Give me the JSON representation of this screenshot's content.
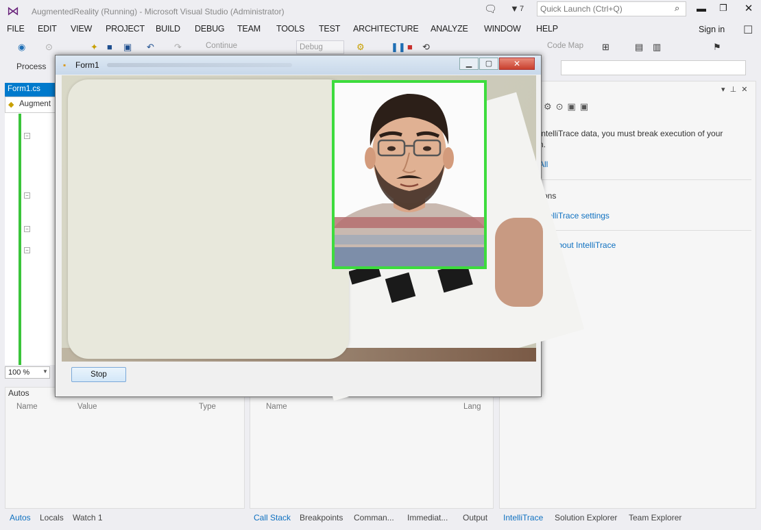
{
  "window": {
    "title": "AugmentedReality (Running) - Microsoft Visual Studio (Administrator)",
    "filter_count": "7",
    "quick_launch_placeholder": "Quick Launch (Ctrl+Q)",
    "sign_in": "Sign in"
  },
  "menu": {
    "items": [
      "FILE",
      "EDIT",
      "VIEW",
      "PROJECT",
      "BUILD",
      "DEBUG",
      "TEAM",
      "TOOLS",
      "TEST",
      "ARCHITECTURE",
      "ANALYZE",
      "WINDOW",
      "HELP"
    ]
  },
  "toolbar": {
    "continue_label": "Continue",
    "config_value": "Debug",
    "code_map_label": "Code Map",
    "process_label": "Process"
  },
  "editor": {
    "doc_tab": "Form1.cs",
    "nav_text": "Augment",
    "zoom": "100 %"
  },
  "autos": {
    "title": "Autos",
    "columns": [
      "Name",
      "Value",
      "Type"
    ]
  },
  "call_stack": {
    "columns": [
      "Name",
      "Lang"
    ]
  },
  "bottom_tabs_left": [
    "Autos",
    "Locals",
    "Watch 1"
  ],
  "bottom_tabs_middle": [
    "Call Stack",
    "Breakpoints",
    "Comman...",
    "Immediat...",
    "Output"
  ],
  "bottom_tabs_right": [
    "IntelliTrace",
    "Solution Explorer",
    "Team Explorer"
  ],
  "intellitrace": {
    "text1": "IntelliTrace data, you must break execution of your",
    "text1b": "n.",
    "text2": "All",
    "text3": "tions",
    "link1": "IntelliTrace settings",
    "link2": "ore about IntelliTrace"
  },
  "form1": {
    "title": "Form1",
    "stop_button": "Stop"
  },
  "colors": {
    "accent": "#007acc",
    "ar_frame": "#3ddc3d",
    "change_bar": "#3ac43a",
    "link": "#0e70c0"
  }
}
